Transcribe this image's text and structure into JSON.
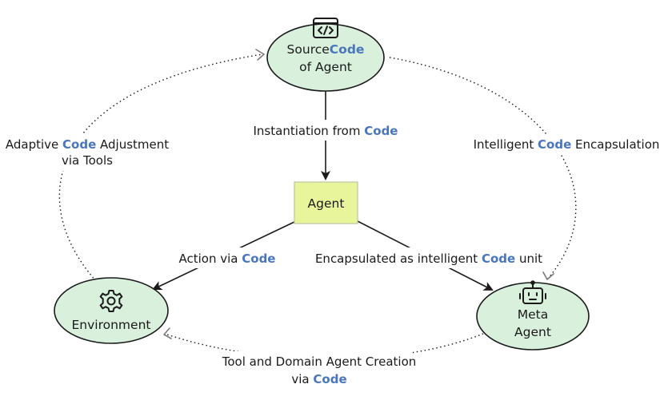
{
  "colors": {
    "node_fill": "#d9f0dc",
    "agent_fill": "#e8f59a",
    "highlight": "#4a76bd",
    "line": "#1a1a1a"
  },
  "nodes": {
    "source_code": {
      "line1_a": "Source",
      "line1_b": "Code",
      "line2": "of Agent",
      "icon": "code-window-icon"
    },
    "agent": {
      "label": "Agent"
    },
    "environment": {
      "label": "Environment",
      "icon": "gear-icon"
    },
    "meta_agent": {
      "line1": "Meta",
      "line2": "Agent",
      "icon": "robot-icon"
    }
  },
  "edges": {
    "instantiation": {
      "a": "Instantiation from ",
      "b": "Code"
    },
    "action": {
      "a": "Action via ",
      "b": "Code"
    },
    "encapsulated": {
      "a": "Encapsulated as intelligent ",
      "b": "Code",
      "c": " unit"
    },
    "adaptive": {
      "line1_a": "Adaptive ",
      "line1_b": "Code",
      "line1_c": " Adjustment",
      "line2": "via Tools"
    },
    "intelligent": {
      "a": "Intelligent ",
      "b": "Code",
      "c": " Encapsulation"
    },
    "tool_creation": {
      "line1": "Tool and Domain Agent Creation",
      "line2_a": "via ",
      "line2_b": "Code"
    }
  }
}
